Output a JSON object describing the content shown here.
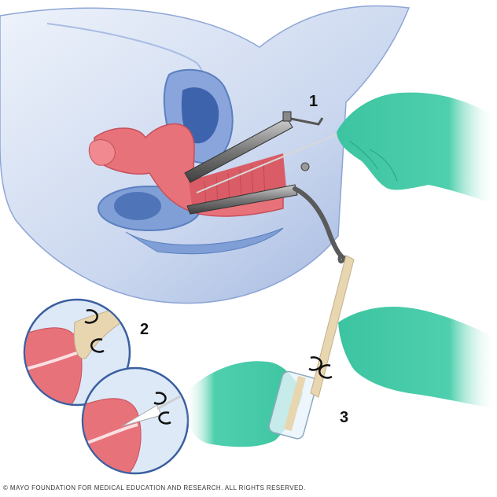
{
  "figure": {
    "title": "Pap smear procedure illustration",
    "steps": [
      {
        "number": "1",
        "description": "Speculum inserted into vagina; sample collected from cervix with gloved hand"
      },
      {
        "number": "2",
        "description": "Spatula and brush rotated against cervix to collect cells (two inset circles)"
      },
      {
        "number": "3",
        "description": "Spatula/brush rinsed into liquid specimen vial"
      }
    ],
    "copyright": "© MAYO FOUNDATION FOR MEDICAL EDUCATION AND RESEARCH. ALL RIGHTS RESERVED."
  },
  "colors": {
    "body_blue": "#c9d6ee",
    "body_blue_dark": "#5b7fbf",
    "tissue_pink": "#e8727a",
    "glove_green": "#3cc4a0",
    "speculum_gray": "#6b6b6b",
    "spatula_tan": "#e8d6b0",
    "inset_border": "#3a5fa0",
    "inset_bg": "#dde9f7"
  }
}
